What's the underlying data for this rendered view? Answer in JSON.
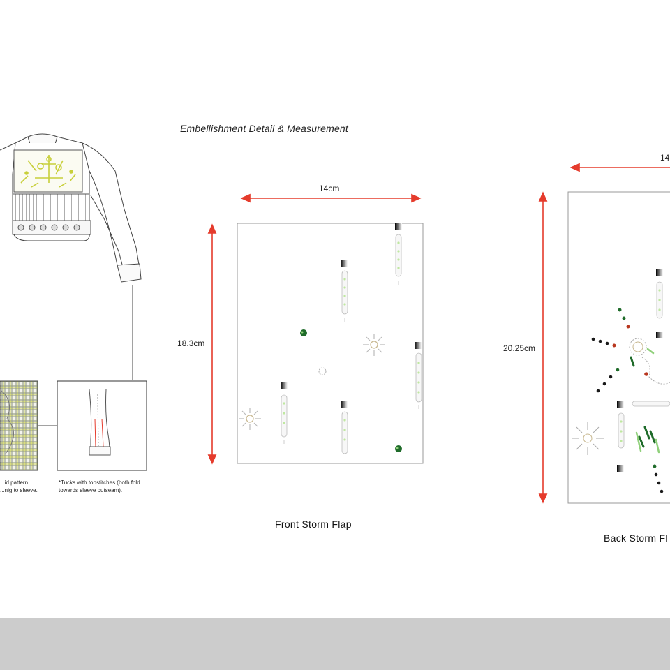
{
  "heading": "Embellishment Detail & Measurement",
  "front_flap": {
    "caption": "Front Storm Flap",
    "width_label": "14cm",
    "height_label": "18.3cm"
  },
  "back_flap": {
    "caption": "Back Storm Fl",
    "width_label": "14",
    "height_label": "20.25cm"
  },
  "detail_notes": {
    "plaid": [
      "...id pattern",
      "...nig to sleeve."
    ],
    "tucks": [
      "*Tucks with topstitches (both fold",
      "towards sleeve outseam)."
    ]
  },
  "colors": {
    "dimension_arrow": "#e53b2c",
    "embroidery_yellow": "#c8cf3a",
    "bead_green": "#1f6b2a",
    "bead_red": "#b8371f",
    "footer_band": "#cccccc"
  }
}
